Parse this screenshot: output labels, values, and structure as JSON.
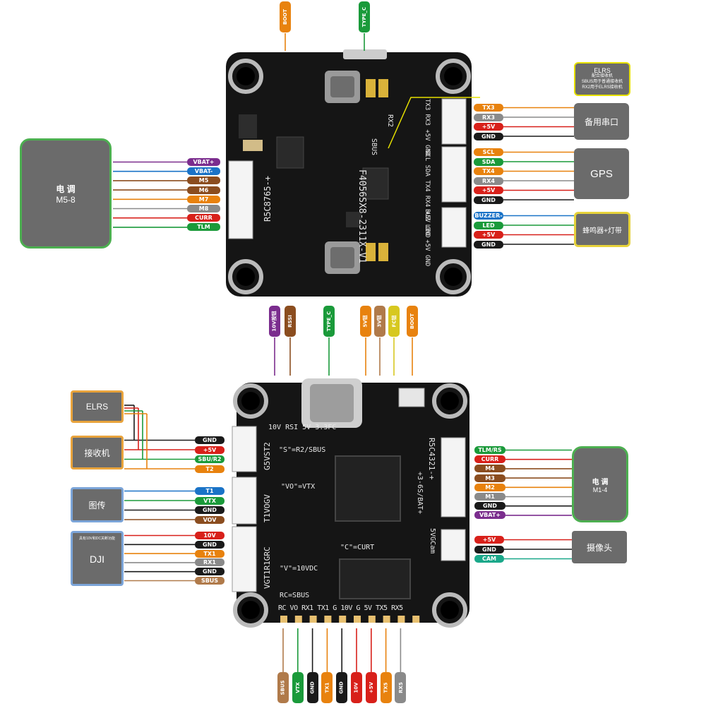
{
  "top_board": {
    "silk_main": "F4056SX8-2311X-V1",
    "silk_esc": "R5C8765-+",
    "silk_sbus": "SBUS",
    "silk_rx2": "RX2",
    "silk_side1": "TX3 RX3 +5V GND",
    "silk_side2": "SCL SDA TX4 RX4 +5V GND",
    "silk_side3": "BUZ LED +5V GND",
    "top_pins": [
      "BOOT",
      "TYPE_C"
    ],
    "bottom_pins": [
      "10V按钮",
      "RSSI",
      "TYPE_C",
      "5V钮",
      "3V钮",
      "FC钮",
      "BOOT"
    ],
    "esc_box": {
      "line1": "电 调",
      "line2": "M5-8"
    },
    "esc_pins": [
      "VBAT+",
      "VBAT-",
      "M5",
      "M6",
      "M7",
      "M8",
      "CURR",
      "TLM"
    ],
    "elrs_box": {
      "title": "ELRS",
      "lines": [
        "配合接收机",
        "SBUS用于普通接收机",
        "RX2用于ELRS接收机"
      ]
    },
    "uart_pins": [
      "TX3",
      "RX3",
      "+5V",
      "GND"
    ],
    "uart_label": "备用串口",
    "gps_pins": [
      "SCL",
      "SDA",
      "TX4",
      "RX4",
      "+5V",
      "GND"
    ],
    "gps_label": "GPS",
    "buzzer_pins": [
      "BUZZER-",
      "LED",
      "+5V",
      "GND"
    ],
    "buzzer_label": "蜂鸣器+灯带"
  },
  "bottom_board": {
    "silk_top": "10V RSI    5V 3.3FC",
    "silk_s": "\"S\"=R2/SBUS",
    "silk_vo": "\"VO\"=VTX",
    "silk_c": "\"C\"=CURT",
    "silk_v": "\"V\"=10VDC",
    "silk_rc": "RC=SBUS",
    "silk_bottom": "RC VO RX1 TX1 G 10V G  5V TX5 RX5",
    "silk_left1": "G5VST2",
    "silk_left2": "T1VOGV",
    "silk_left3": "VGT1R1GRC",
    "silk_right1": "R5C4321-+",
    "silk_right2": "+3-6S/BAT+",
    "silk_right3": "5VGCam",
    "elrs_label": "ELRS",
    "rx_label": "接收机",
    "rx_pins": [
      "GND",
      "+5V",
      "SBU/R2",
      "T2"
    ],
    "vtx_label": "图传",
    "vtx_pins": [
      "T1",
      "VTX",
      "GND",
      "VOV"
    ],
    "dji_note": "具有10V和DC关断功能",
    "dji_label": "DJI",
    "dji_pins": [
      "10V",
      "GND",
      "TX1",
      "RX1",
      "GND",
      "SBUS"
    ],
    "esc_box": {
      "line1": "电 调",
      "line2": "M1-4"
    },
    "esc_pins": [
      "TLM/RS",
      "CURR",
      "M4",
      "M3",
      "M2",
      "M1",
      "GND",
      "VBAT+"
    ],
    "cam_pins": [
      "+5V",
      "GND",
      "CAM"
    ],
    "cam_label": "摄像头",
    "bottom_pins": [
      "SBUS",
      "VTX",
      "GND",
      "TX1",
      "GND",
      "10V",
      "+5V",
      "TX5",
      "RX5"
    ]
  },
  "colors": {
    "purple": "#7b2d8e",
    "blue": "#1a73c7",
    "brown": "#8b4d1f",
    "orange": "#e8820e",
    "gray": "#8a8a8a",
    "red": "#d8201a",
    "green": "#1a9a3a",
    "black": "#1a1a1a",
    "yellow": "#d7c820",
    "teal": "#1aa88a",
    "magenta": "#c81a8a",
    "tan": "#b07a4a"
  }
}
